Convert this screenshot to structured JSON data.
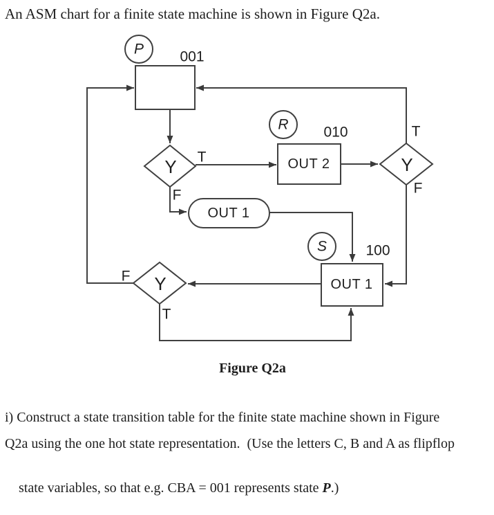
{
  "document": {
    "intro_text": "An ASM chart for a finite state machine is shown in Figure Q2a.",
    "figure_caption": "Figure Q2a",
    "question": {
      "line1": "i) Construct a state transition table for the finite state machine shown in Figure",
      "line2": "Q2a using the one hot state representation.  (Use the letters C, B and A as flipflop",
      "line3_before_emphasis": "state variables, so that e.g. CBA = 001 represents state ",
      "line3_emphasis": "P",
      "line3_after_emphasis": ".)"
    }
  },
  "asm_chart": {
    "states": {
      "p": {
        "name": "P",
        "code": "001"
      },
      "r": {
        "name": "R",
        "code": "010",
        "box_text": "OUT 2"
      },
      "s": {
        "name": "S",
        "code": "100",
        "box_text": "OUT 1"
      }
    },
    "conditional_output_text": "OUT 1",
    "decisions": {
      "d1": {
        "condition": "Y",
        "true_branch": "T",
        "false_branch": "F"
      },
      "d2": {
        "condition": "Y",
        "true_branch": "T",
        "false_branch": "F"
      },
      "d3": {
        "condition": "Y",
        "true_branch": "T",
        "false_branch": "F"
      }
    },
    "colors": {
      "line": "#404040",
      "text": "#1e1e1e",
      "background": "#ffffff"
    }
  }
}
